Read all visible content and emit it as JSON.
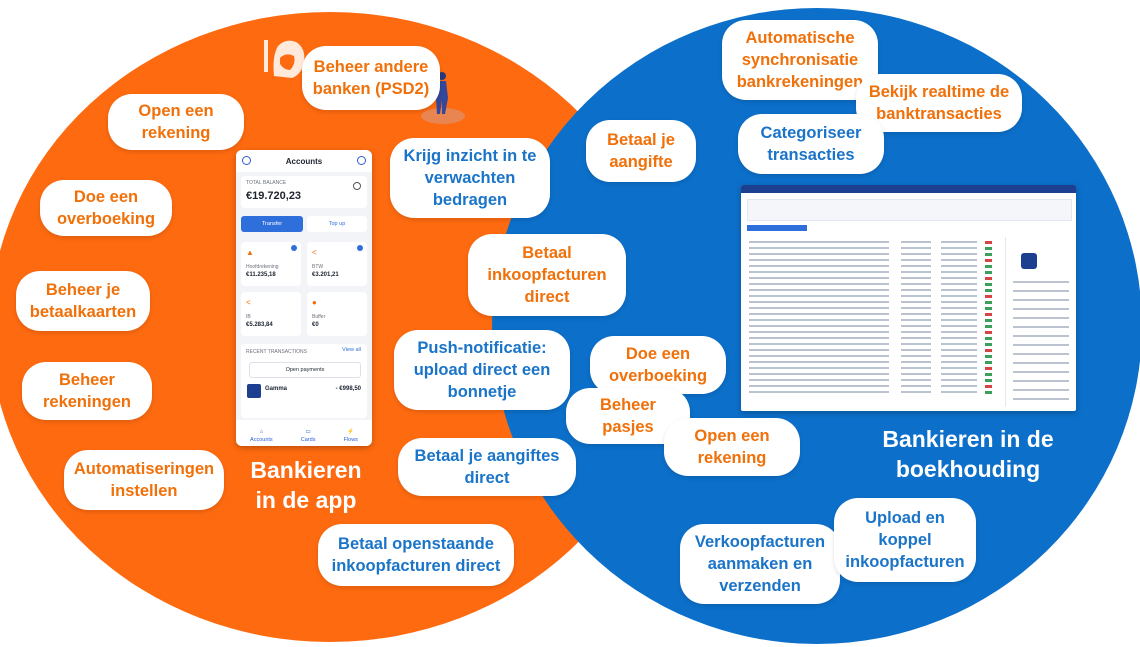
{
  "left": {
    "title": "Bankieren\nin de app",
    "bubbles": [
      "Beheer andere\nbanken (PSD2)",
      "Open een\nrekening",
      "Doe een\noverboeking",
      "Beheer je\nbetaalkaarten",
      "Beheer\nrekeningen",
      "Automatiseringen\ninstellen",
      "Betaal openstaande\ninkoopfacturen direct"
    ]
  },
  "middle": {
    "bubbles": [
      "Krijg inzicht in te\nverwachten\nbedragen",
      "Betaal\ninkoopfacturen\ndirect",
      "Push-notificatie:\nupload direct een\nbonnetje",
      "Betaal je aangiftes\ndirect"
    ]
  },
  "right": {
    "title": "Bankieren in de\nboekhouding",
    "bubbles": [
      "Automatische\nsynchronisatie\nbankrekeningen",
      "Bekijk realtime de\nbanktransacties",
      "Categoriseer\ntransacties",
      "Betaal je\naangifte",
      "Doe een\noverboeking",
      "Beheer\npasjes",
      "Open een\nrekening",
      "Verkoopfacturen\naanmaken en\nverzenden",
      "Upload en\nkoppel\ninkoopfacturen"
    ]
  },
  "phone": {
    "title": "Accounts",
    "total_label": "TOTAL BALANCE",
    "total_value": "€19.720,23",
    "transfer": "Transfer",
    "topup": "Top up",
    "accounts": [
      {
        "name": "Hoofdrekening",
        "value": "€11.235,18"
      },
      {
        "name": "BTW",
        "value": "€3.201,21"
      },
      {
        "name": "IB",
        "value": "€5.283,84"
      },
      {
        "name": "Buffer",
        "value": "€0"
      }
    ],
    "recent_label": "RECENT TRANSACTIONS",
    "view_all": "View all",
    "open_payments": "Open payments",
    "tx_name": "Gamma",
    "tx_value": "- €998,50",
    "tabs": [
      "Accounts",
      "Cards",
      "Flows"
    ]
  },
  "colors": {
    "orange": "#fd6a10",
    "blue": "#0c6fc9",
    "orange_text": "#f0700a",
    "blue_text": "#1a74c8"
  }
}
